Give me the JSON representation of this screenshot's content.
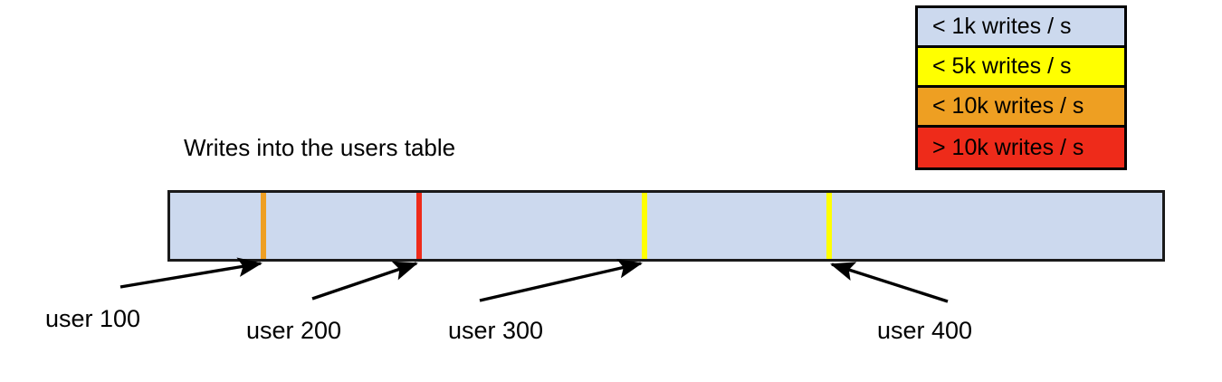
{
  "chart_data": {
    "type": "bar",
    "title": "Writes into the users table",
    "subtitle": "",
    "xlabel": "",
    "ylabel": "",
    "orientation": "horizontal-range-strip",
    "description": "A single horizontal strip representing the users table keyspace, shaded by write rate, with four hot-key markers annotated by user id.",
    "base_color": "#ccd9ee",
    "base_category": "< 1k writes / s",
    "categories": [
      "< 1k writes / s",
      "< 5k writes / s",
      "< 10k writes / s",
      "> 10k writes / s"
    ],
    "markers": [
      {
        "label": "user 100",
        "category": "< 10k writes / s",
        "color": "#ee9f22",
        "position_pct": 9.6
      },
      {
        "label": "user 200",
        "category": "> 10k writes / s",
        "color": "#ee2b1a",
        "position_pct": 25.2
      },
      {
        "label": "user 300",
        "category": "< 5k writes / s",
        "color": "#ffff00",
        "position_pct": 47.7
      },
      {
        "label": "user 400",
        "category": "< 5k writes / s",
        "color": "#ffff00",
        "position_pct": 66.2
      }
    ],
    "grid": false,
    "legend_position": "top-right"
  },
  "legend": {
    "rows": [
      {
        "label": "< 1k writes / s",
        "color": "#ccd9ee"
      },
      {
        "label": "< 5k writes / s",
        "color": "#ffff00"
      },
      {
        "label": "< 10k writes / s",
        "color": "#ee9f22"
      },
      {
        "label": "> 10k writes / s",
        "color": "#ee2b1a"
      }
    ]
  },
  "chart": {
    "title": "Writes into the users table"
  },
  "callouts": [
    {
      "label": "user 100"
    },
    {
      "label": "user 200"
    },
    {
      "label": "user 300"
    },
    {
      "label": "user 400"
    }
  ]
}
